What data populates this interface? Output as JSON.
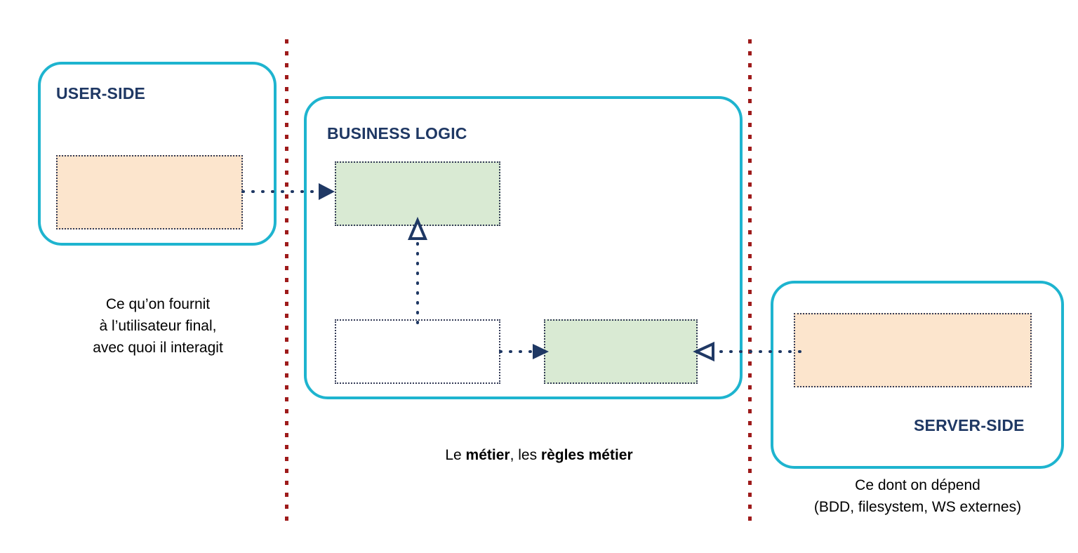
{
  "diagram": {
    "title": "Hexagonal / layered architecture boundaries",
    "colors": {
      "panel_border": "#1eb4cf",
      "panel_title": "#1f3864",
      "boundary_line": "#9e1b1b",
      "box_peach": "#fce5cd",
      "box_green": "#d9ead3",
      "box_border": "#333a56",
      "arrow": "#1f3864",
      "caption_text": "#000000",
      "background": "#ffffff"
    },
    "panels": [
      {
        "id": "user-side",
        "label": "USER-SIDE"
      },
      {
        "id": "business-logic",
        "label": "BUSINESS LOGIC"
      },
      {
        "id": "server-side",
        "label": "SERVER-SIDE"
      }
    ],
    "boxes": [
      {
        "id": "ui",
        "fill": "peach",
        "label": ""
      },
      {
        "id": "controller",
        "fill": "green",
        "label": ""
      },
      {
        "id": "port",
        "fill": "plain",
        "label": ""
      },
      {
        "id": "service",
        "fill": "green",
        "label": ""
      },
      {
        "id": "infra",
        "fill": "peach",
        "label": ""
      }
    ],
    "connectors": [
      {
        "id": "ui-to-controller",
        "from": "ui",
        "to": "controller",
        "direction": "right",
        "head": "filled"
      },
      {
        "id": "port-to-controller",
        "from": "port",
        "to": "controller",
        "direction": "up",
        "head": "hollow"
      },
      {
        "id": "port-to-service",
        "from": "port",
        "to": "service",
        "direction": "right",
        "head": "filled"
      },
      {
        "id": "infra-to-service",
        "from": "infra",
        "to": "service",
        "direction": "left",
        "head": "hollow"
      }
    ],
    "boundaries": [
      {
        "id": "left-boundary",
        "style": "dotted-vertical"
      },
      {
        "id": "right-boundary",
        "style": "dotted-vertical"
      }
    ],
    "captions": {
      "user_side": "Ce qu’on fournit\nà l’utilisateur final,\navec quoi il interagit",
      "business_logic_parts": [
        {
          "text": "Le ",
          "bold": false
        },
        {
          "text": "métier",
          "bold": true
        },
        {
          "text": ", les ",
          "bold": false
        },
        {
          "text": "règles métier",
          "bold": true
        }
      ],
      "business_logic_plain": "Le métier, les règles métier",
      "server_side": "Ce dont on dépend\n(BDD, filesystem, WS externes)"
    }
  }
}
